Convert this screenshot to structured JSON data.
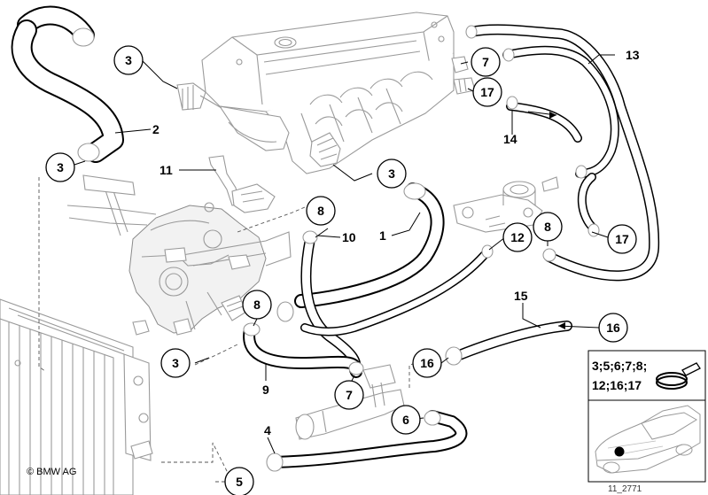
{
  "callouts": [
    {
      "label": "3"
    },
    {
      "label": "3"
    },
    {
      "label": "3"
    },
    {
      "label": "3"
    },
    {
      "label": "7"
    },
    {
      "label": "7"
    },
    {
      "label": "17"
    },
    {
      "label": "17"
    },
    {
      "label": "8"
    },
    {
      "label": "8"
    },
    {
      "label": "8"
    },
    {
      "label": "12"
    },
    {
      "label": "16"
    },
    {
      "label": "16"
    },
    {
      "label": "6"
    },
    {
      "label": "5"
    }
  ],
  "plain_labels": [
    {
      "label": "2"
    },
    {
      "label": "11"
    },
    {
      "label": "10"
    },
    {
      "label": "1"
    },
    {
      "label": "13"
    },
    {
      "label": "14"
    },
    {
      "label": "15"
    },
    {
      "label": "9"
    },
    {
      "label": "4"
    }
  ],
  "legend": {
    "line1": "3;5;6;7;8;",
    "line2": "12;16;17"
  },
  "copyright": "© BMW AG",
  "reference_id": "11_2771"
}
